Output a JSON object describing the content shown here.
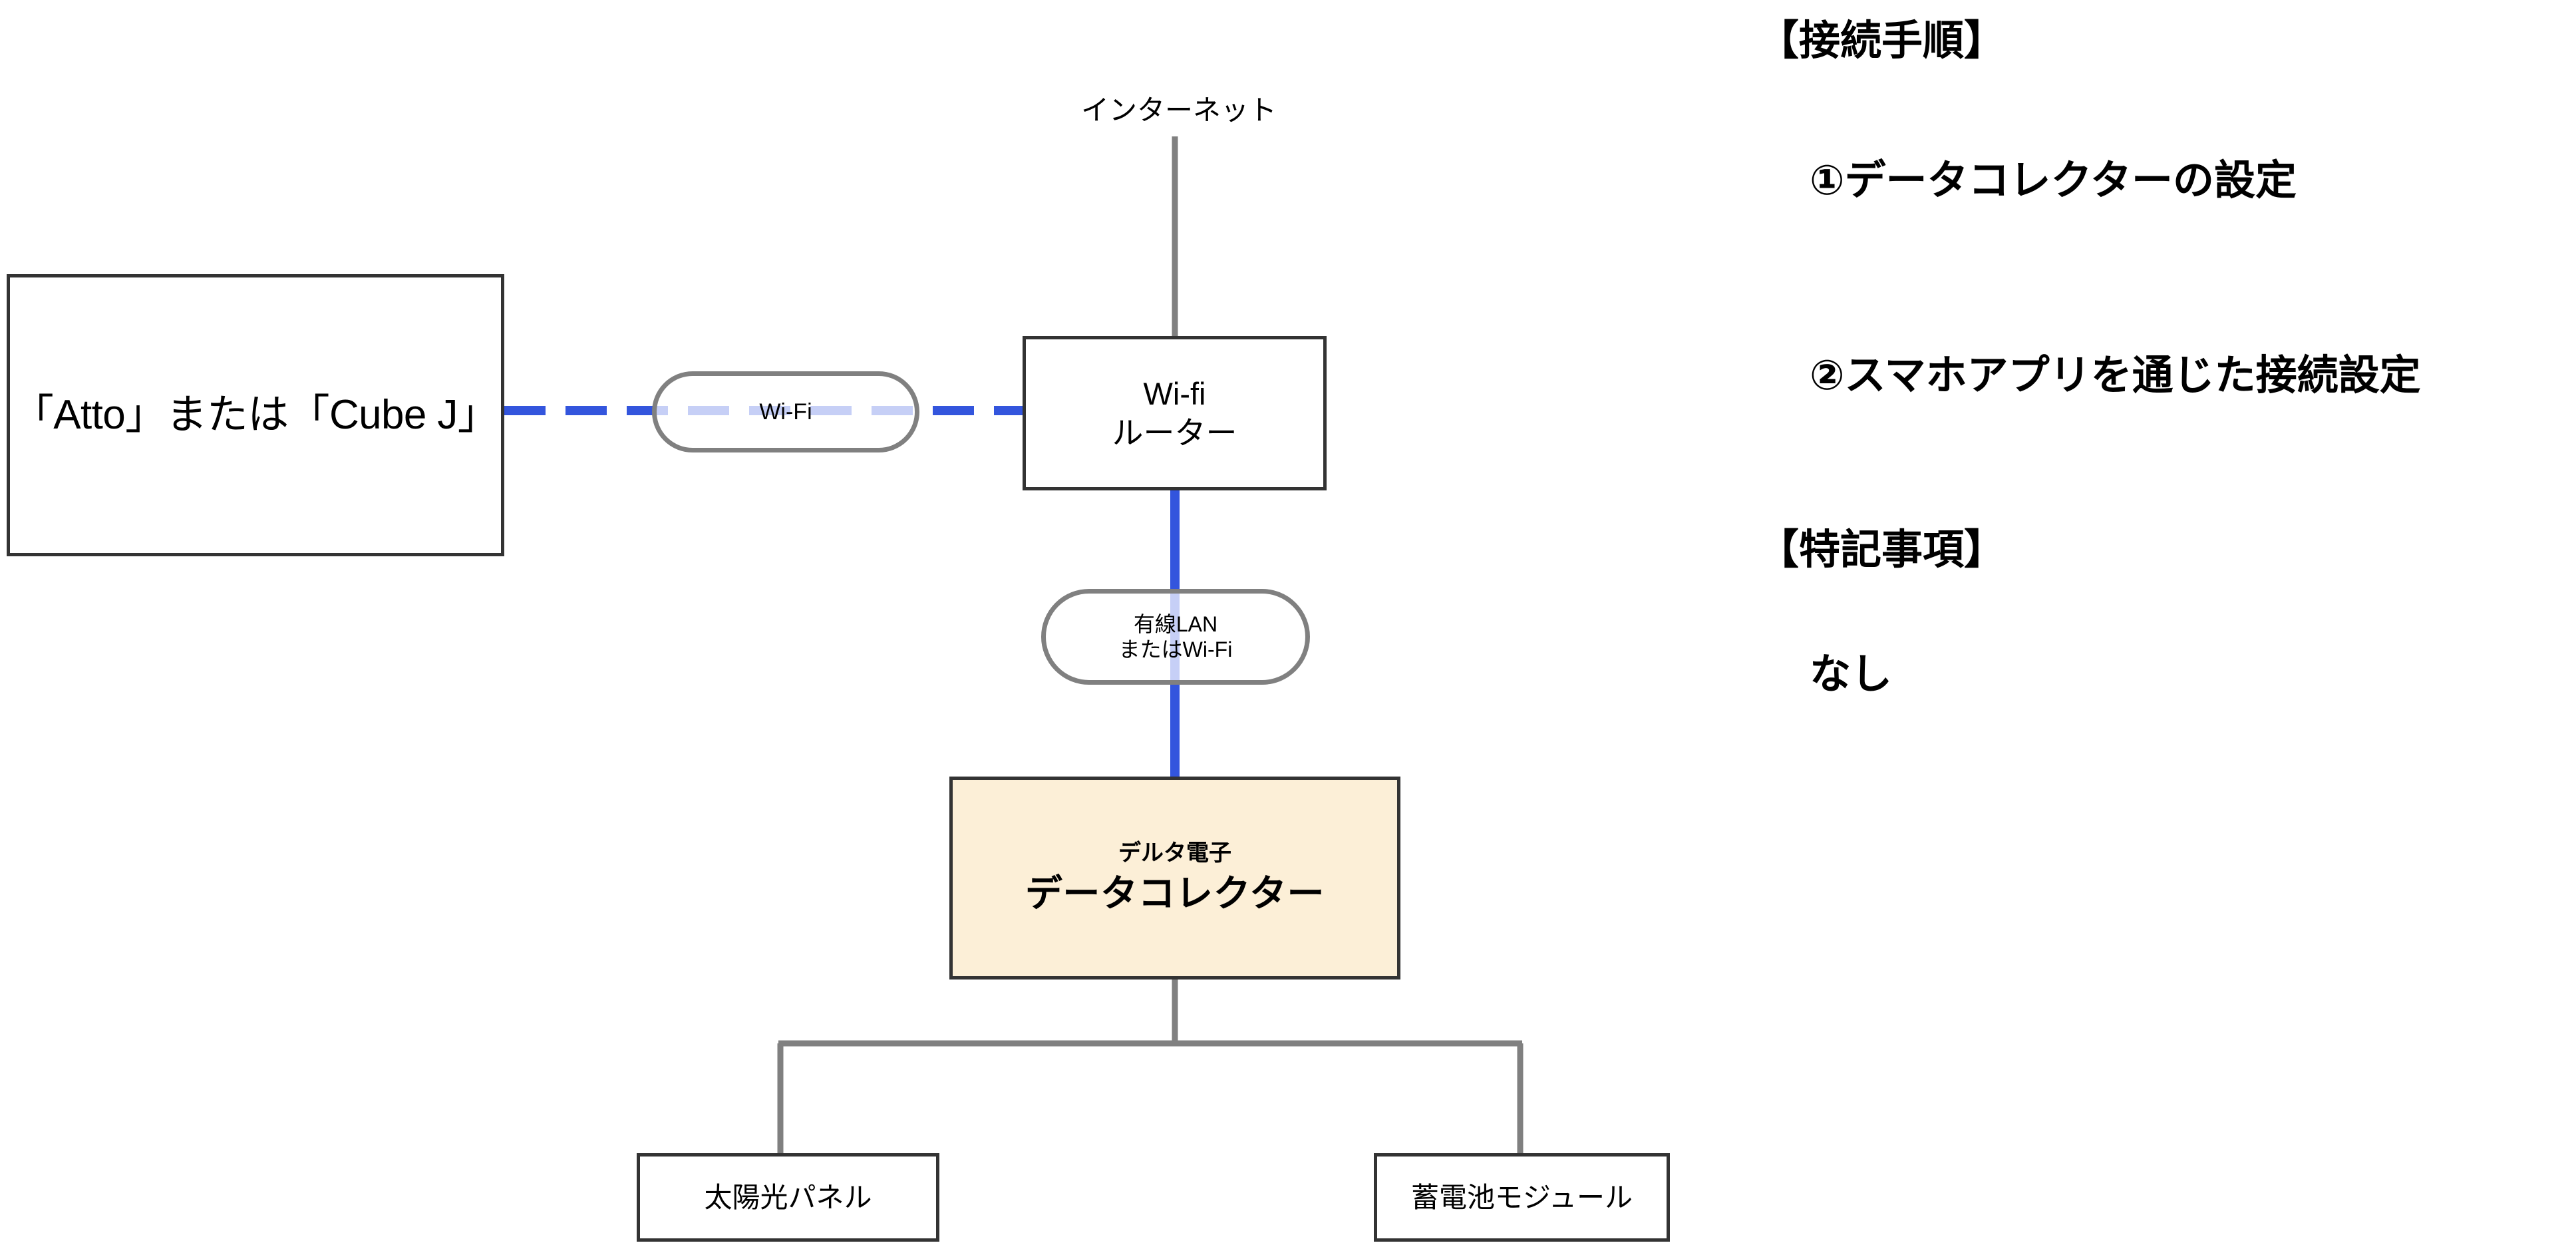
{
  "diagram": {
    "nodes": {
      "device": {
        "label": "「Atto」または「Cube J」"
      },
      "router": {
        "line1": "Wi-fi",
        "line2": "ルーター"
      },
      "collector": {
        "vendor": "デルタ電子",
        "product": "データコレクター"
      },
      "solar": {
        "label": "太陽光パネル"
      },
      "battery": {
        "label": "蓄電池モジュール"
      }
    },
    "labels": {
      "internet": "インターネット"
    },
    "links": {
      "wifi_pill": {
        "label": "Wi-Fi"
      },
      "lan_pill": {
        "line1": "有線LAN",
        "line2": "またはWi-Fi"
      }
    },
    "colors": {
      "wireless_link": "#3355DD",
      "wireless_link_faded": "#C3CDF4",
      "wired_link": "#808080",
      "box_border": "#333333",
      "pill_border": "#808080",
      "collector_fill": "#FCEFD7",
      "background": "#FFFFFF",
      "text": "#000000"
    }
  },
  "notes": {
    "procedure_heading": "【接続手順】",
    "steps": [
      "①データコレクターの設定",
      "②スマホアプリを通じた接続設定"
    ],
    "remarks_heading": "【特記事項】",
    "remarks_value": "なし"
  }
}
